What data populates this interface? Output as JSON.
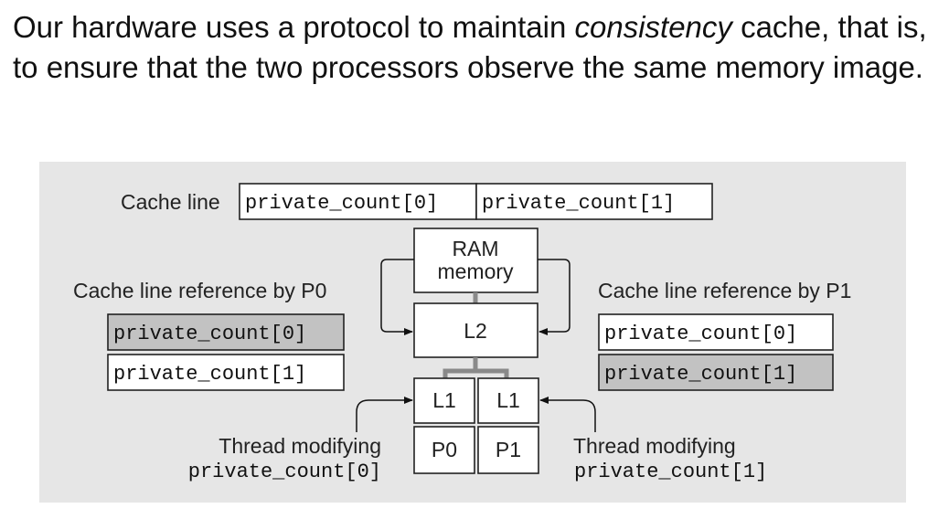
{
  "heading": {
    "before": "Our hardware uses a protocol to maintain ",
    "emphasis": "consistency",
    "after": " cache, that is, to ensure that the two processors observe the same memory image."
  },
  "diagram": {
    "cache_line": {
      "label": "Cache line",
      "cells": [
        "private_count[0]",
        "private_count[1]"
      ]
    },
    "ram": {
      "line1": "RAM",
      "line2": "memory"
    },
    "l2": "L2",
    "l1_left": "L1",
    "l1_right": "L1",
    "p0": "P0",
    "p1": "P1",
    "left_ref": {
      "label": "Cache line reference by P0",
      "rows": [
        "private_count[0]",
        "private_count[1]"
      ],
      "highlighted_row": 0
    },
    "right_ref": {
      "label": "Cache line reference by P1",
      "rows": [
        "private_count[0]",
        "private_count[1]"
      ],
      "highlighted_row": 1
    },
    "left_thread": {
      "line1": "Thread modifying",
      "line2": "private_count[0]"
    },
    "right_thread": {
      "line1": "Thread modifying",
      "line2": "private_count[1]"
    },
    "colors": {
      "panel": "#e6e6e6",
      "highlight": "#c2c2c2",
      "bus": "#8a8a8a"
    }
  }
}
